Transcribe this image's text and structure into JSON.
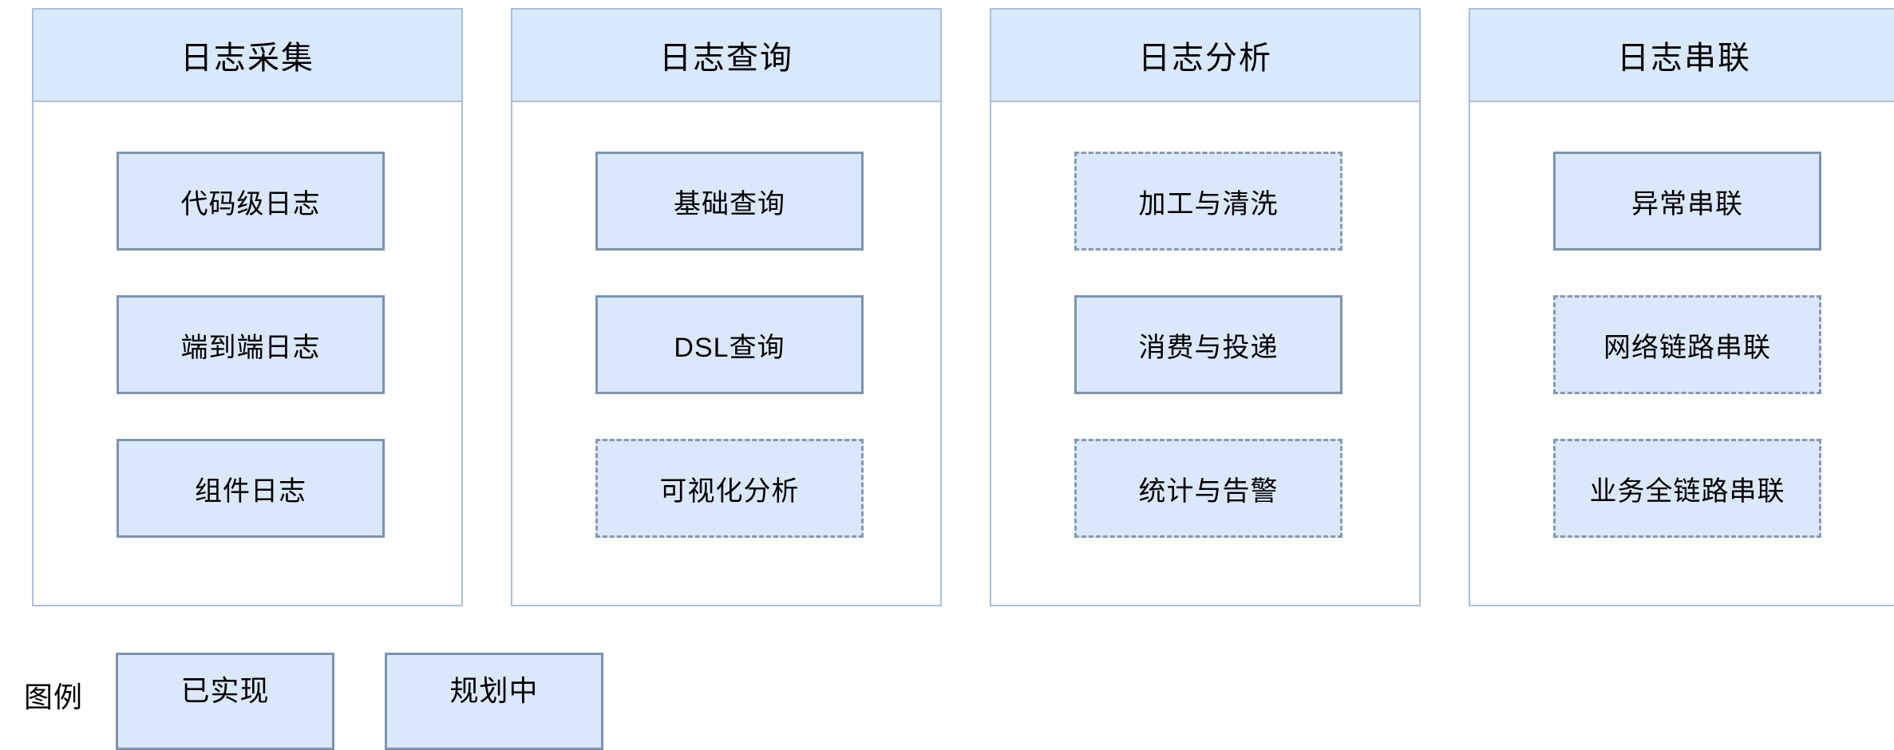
{
  "diagram_title": "",
  "columns": [
    {
      "title": "日志采集",
      "items": [
        {
          "label": "代码级日志",
          "status": "implemented"
        },
        {
          "label": "端到端日志",
          "status": "implemented"
        },
        {
          "label": "组件日志",
          "status": "implemented"
        }
      ]
    },
    {
      "title": "日志查询",
      "items": [
        {
          "label": "基础查询",
          "status": "implemented"
        },
        {
          "label": "DSL查询",
          "status": "implemented"
        },
        {
          "label": "可视化分析",
          "status": "planned"
        }
      ]
    },
    {
      "title": "日志分析",
      "items": [
        {
          "label": "加工与清洗",
          "status": "planned"
        },
        {
          "label": "消费与投递",
          "status": "implemented"
        },
        {
          "label": "统计与告警",
          "status": "planned"
        }
      ]
    },
    {
      "title": "日志串联",
      "items": [
        {
          "label": "异常串联",
          "status": "implemented"
        },
        {
          "label": "网络链路串联",
          "status": "planned"
        },
        {
          "label": "业务全链路串联",
          "status": "planned"
        }
      ]
    }
  ],
  "legend": {
    "label": "图例",
    "items": [
      {
        "label": "已实现",
        "status": "implemented"
      },
      {
        "label": "规划中",
        "status": "planned"
      }
    ]
  },
  "colors": {
    "box_fill": "#dbe8fb",
    "header_fill": "#dae8fc",
    "container_border": "#a9c0dc",
    "solid_border": "#7e93ae",
    "dashed_border": "#8598b1",
    "text_color": "#000000",
    "bg": "#ffffff"
  }
}
